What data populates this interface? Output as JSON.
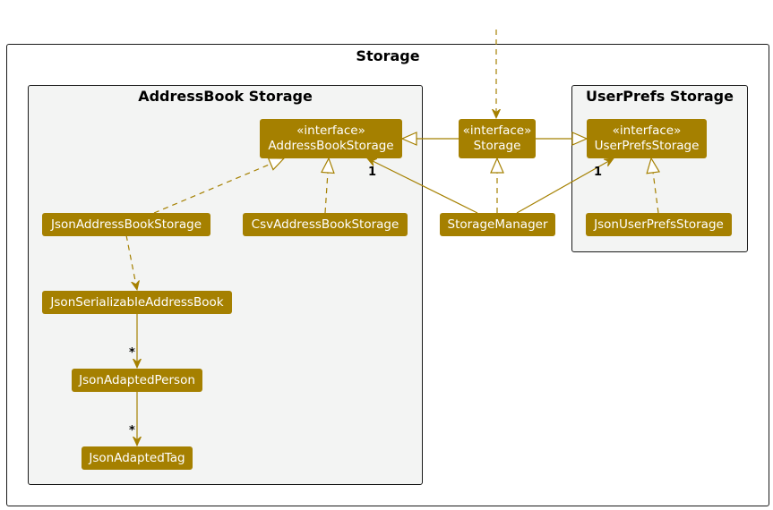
{
  "packages": {
    "storage": "Storage",
    "addressbook": "AddressBook Storage",
    "userprefs": "UserPrefs Storage"
  },
  "classes": {
    "storage": {
      "stereotype": "«interface»",
      "name": "Storage"
    },
    "address_book_storage": {
      "stereotype": "«interface»",
      "name": "AddressBookStorage"
    },
    "user_prefs_storage": {
      "stereotype": "«interface»",
      "name": "UserPrefsStorage"
    },
    "json_address_book_storage": {
      "name": "JsonAddressBookStorage"
    },
    "csv_address_book_storage": {
      "name": "CsvAddressBookStorage"
    },
    "storage_manager": {
      "name": "StorageManager"
    },
    "json_user_prefs_storage": {
      "name": "JsonUserPrefsStorage"
    },
    "json_serializable_address_book": {
      "name": "JsonSerializableAddressBook"
    },
    "json_adapted_person": {
      "name": "JsonAdaptedPerson"
    },
    "json_adapted_tag": {
      "name": "JsonAdaptedTag"
    }
  },
  "multiplicities": {
    "manager_to_addressbook": "1",
    "manager_to_userprefs": "1",
    "book_to_person": "*",
    "person_to_tag": "*"
  },
  "colors": {
    "class_fill": "#a58000",
    "line": "#a58000",
    "package_fill": "#f3f4f3"
  }
}
